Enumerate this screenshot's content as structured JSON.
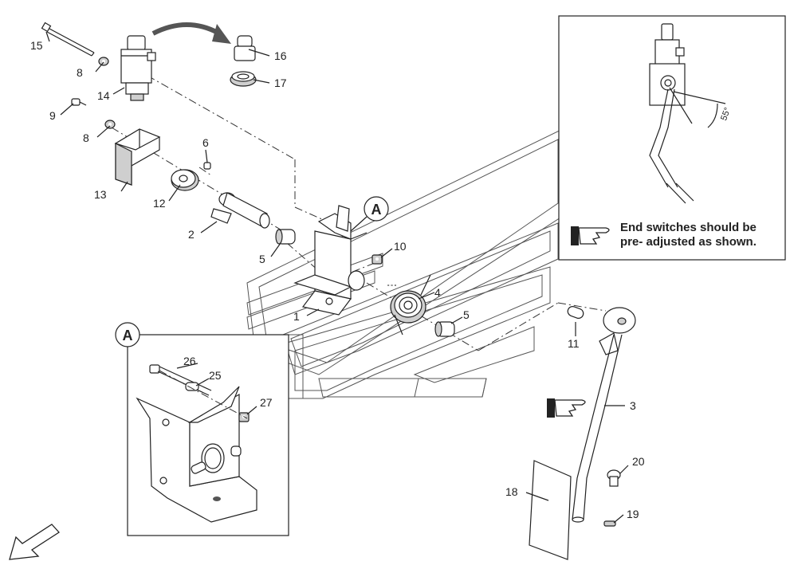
{
  "callouts": {
    "c1": "1",
    "c2": "2",
    "c3": "3",
    "c4": "4",
    "c5a": "5",
    "c5b": "5",
    "c6": "6",
    "c8a": "8",
    "c8b": "8",
    "c9": "9",
    "c10": "10",
    "c11": "11",
    "c12": "12",
    "c13": "13",
    "c14": "14",
    "c15": "15",
    "c16": "16",
    "c17": "17",
    "c18": "18",
    "c19": "19",
    "c20": "20",
    "c25": "25",
    "c26": "26",
    "c27": "27"
  },
  "detail": {
    "marker_main": "A",
    "marker_inset": "A",
    "angle": "55°"
  },
  "note": {
    "line1": "End switches should be",
    "line2": "pre- adjusted as shown."
  },
  "icons": {
    "hand": "pointing-hand-icon",
    "arrow": "curved-arrow-icon",
    "orientation": "direction-arrow-icon"
  }
}
